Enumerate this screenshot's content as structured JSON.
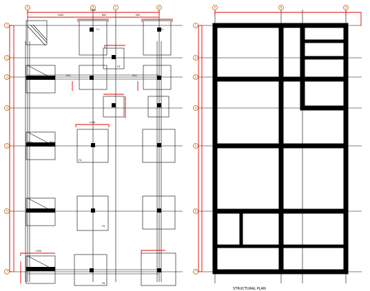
{
  "grid_bubbles_top": [
    "A",
    "B",
    "C",
    "D"
  ],
  "grid_bubbles_left": [
    "1",
    "2",
    "3",
    "4",
    "5",
    "6",
    "7"
  ],
  "footing_labels": [
    "F1",
    "F2",
    "F3",
    "F4",
    "F5",
    "F6"
  ],
  "beam_labels": [
    "P01",
    "P02",
    "P03",
    "P04"
  ],
  "dim_labels": [
    "1000",
    "2000",
    "850",
    "900",
    "1200",
    "1500"
  ],
  "right_plan_title": "STRUCTURAL PLAN",
  "colors": {
    "grid_bubble": "#c06000",
    "dimension": "#e00000",
    "linework": "#000000"
  }
}
